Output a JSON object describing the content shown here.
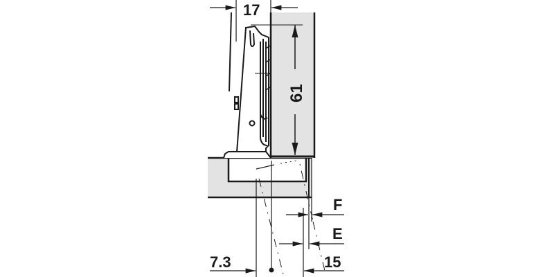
{
  "diagram": {
    "type": "technical-drawing",
    "subject": "concealed cabinet hinge, full overlay mounting",
    "colors": {
      "line": "#1a1a1a",
      "panel_fill": "#e3e3e3",
      "background": "#ffffff"
    },
    "dimensions": {
      "top_width": "17",
      "door_height": "61",
      "gap_f": "F",
      "overlay_e": "E",
      "cup_offset": "7.3",
      "cup_to_edge": "15"
    }
  }
}
